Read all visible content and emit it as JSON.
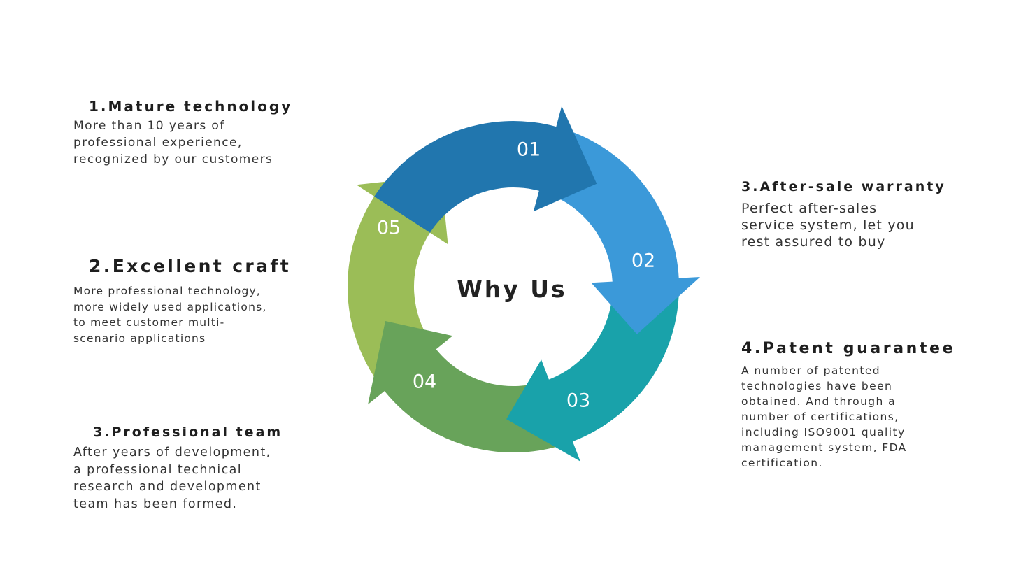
{
  "center": {
    "title": "Why Us"
  },
  "segments": [
    {
      "label": "01",
      "color": "#2176ae"
    },
    {
      "label": "02",
      "color": "#3b99d9"
    },
    {
      "label": "03",
      "color": "#19a2aa"
    },
    {
      "label": "04",
      "color": "#68a35a"
    },
    {
      "label": "05",
      "color": "#9bbd57"
    }
  ],
  "blocks": {
    "mature": {
      "title": "1.Mature technology",
      "text": "More than 10 years of\nprofessional experience,\nrecognized by our customers"
    },
    "craft": {
      "title": "2.Excellent craft",
      "text": "More professional technology,\nmore widely used applications,\nto meet customer multi-\nscenario applications"
    },
    "team": {
      "title": "3.Professional team",
      "text": "After years of development,\na professional technical\nresearch and development\nteam has been formed."
    },
    "warranty": {
      "title": "3.After-sale warranty",
      "text": "Perfect after-sales\nservice system, let you\nrest assured to buy"
    },
    "patent": {
      "title": "4.Patent guarantee",
      "text": "A number of patented\ntechnologies have been\nobtained. And through a\nnumber of certifications,\nincluding ISO9001 quality\nmanagement system, FDA\ncertification."
    }
  }
}
